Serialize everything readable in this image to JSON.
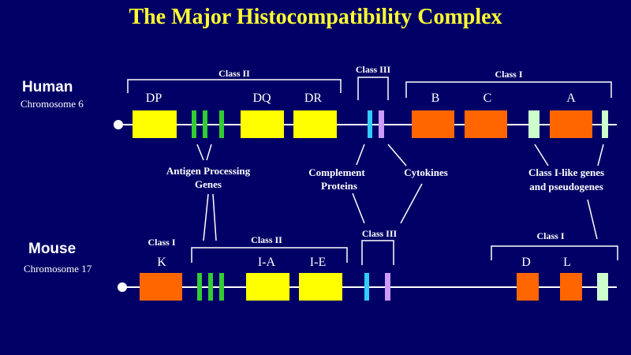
{
  "title": "The Major Histocompatibility Complex",
  "colors": {
    "background": "#000066",
    "title": "#ffff33",
    "line": "#ffffff",
    "yellow": "#ffff00",
    "orange": "#ff6600",
    "green": "#33cc33",
    "cyan": "#33ccff",
    "lavender": "#cc99ff",
    "pale_green": "#ccffcc"
  },
  "human": {
    "species": "Human",
    "chromosome": "Chromosome 6",
    "regions": {
      "class_ii": "Class II",
      "class_iii": "Class III",
      "class_i": "Class I"
    },
    "gene_labels": {
      "dp": "DP",
      "dq": "DQ",
      "dr": "DR",
      "b": "B",
      "c": "C",
      "a": "A"
    }
  },
  "mouse": {
    "species": "Mouse",
    "chromosome": "Chromosome 17",
    "regions": {
      "class_i_k": "Class I",
      "class_ii": "Class II",
      "class_iii": "Class III",
      "class_i_dl": "Class I"
    },
    "gene_labels": {
      "k": "K",
      "ia": "I-A",
      "ie": "I-E",
      "d": "D",
      "l": "L"
    }
  },
  "annotations": {
    "antigen_processing": [
      "Antigen Processing",
      "Genes"
    ],
    "complement": [
      "Complement",
      "Proteins"
    ],
    "cytokines": "Cytokines",
    "class_i_like": [
      "Class I-like genes",
      "and pseudogenes"
    ]
  }
}
